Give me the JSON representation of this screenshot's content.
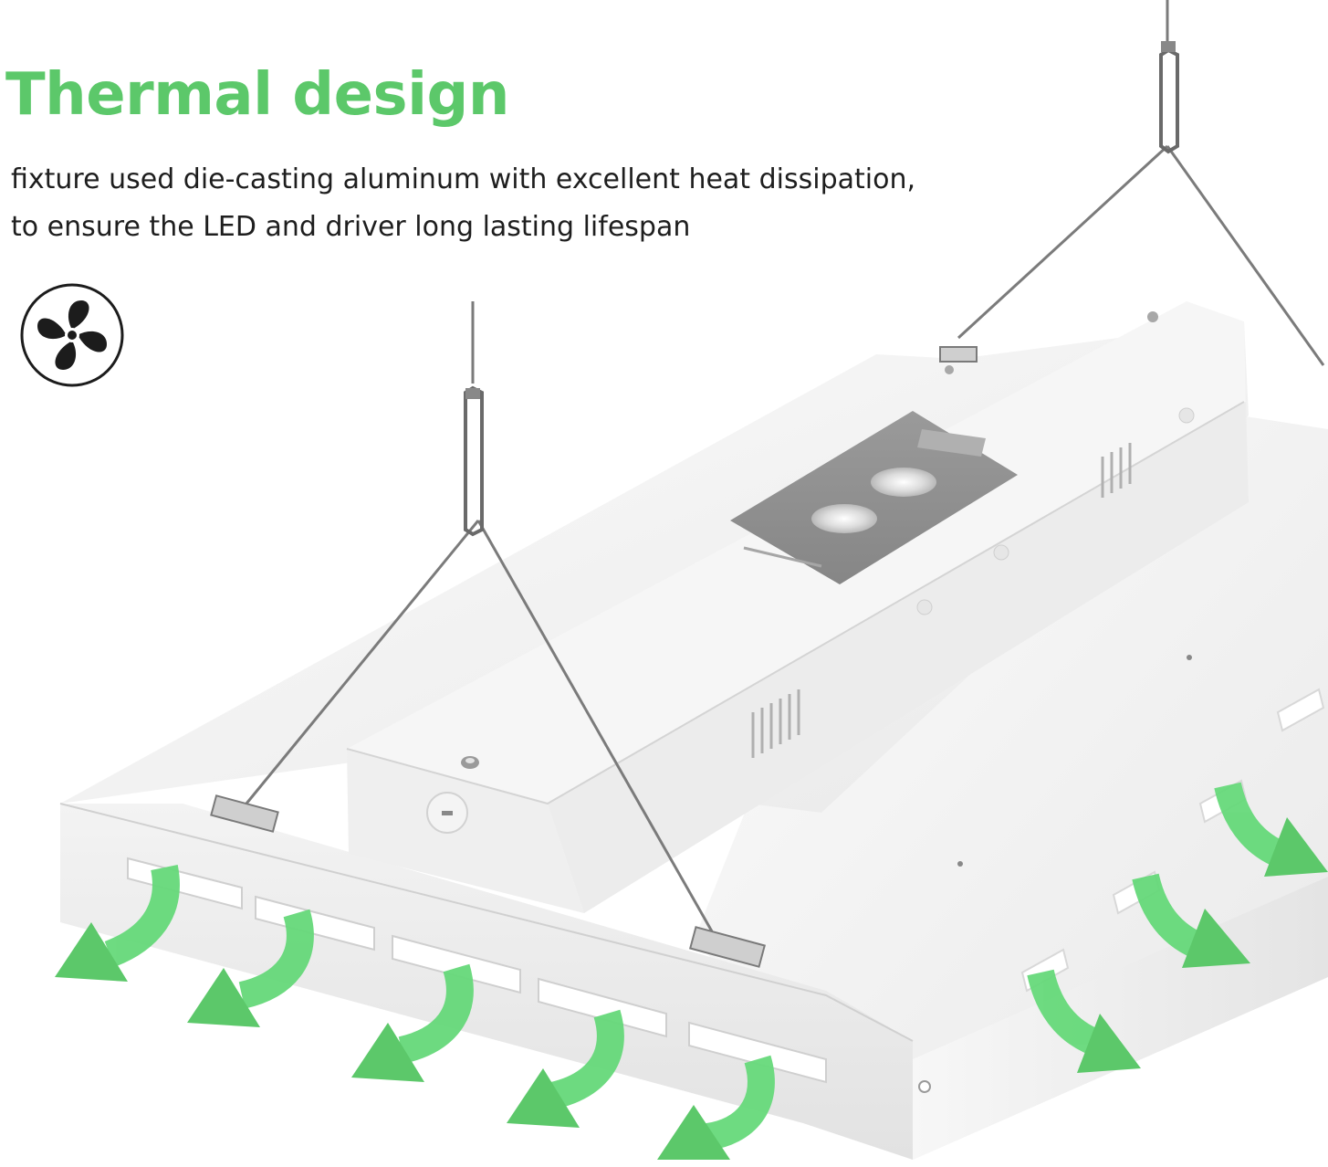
{
  "heading": {
    "title": "Thermal design",
    "description_line1": "fixture used die-casting aluminum with excellent heat dissipation,",
    "description_line2": "to ensure the LED and driver long lasting lifespan"
  },
  "icons": {
    "badge": "fan-icon",
    "airflow": "curved-arrow-icon"
  },
  "colors": {
    "accent_green": "#5cc86a",
    "fixture_white": "#f4f4f4",
    "heatsink_gray": "#8f8f8f",
    "wire_steel": "#7b7b7b"
  }
}
